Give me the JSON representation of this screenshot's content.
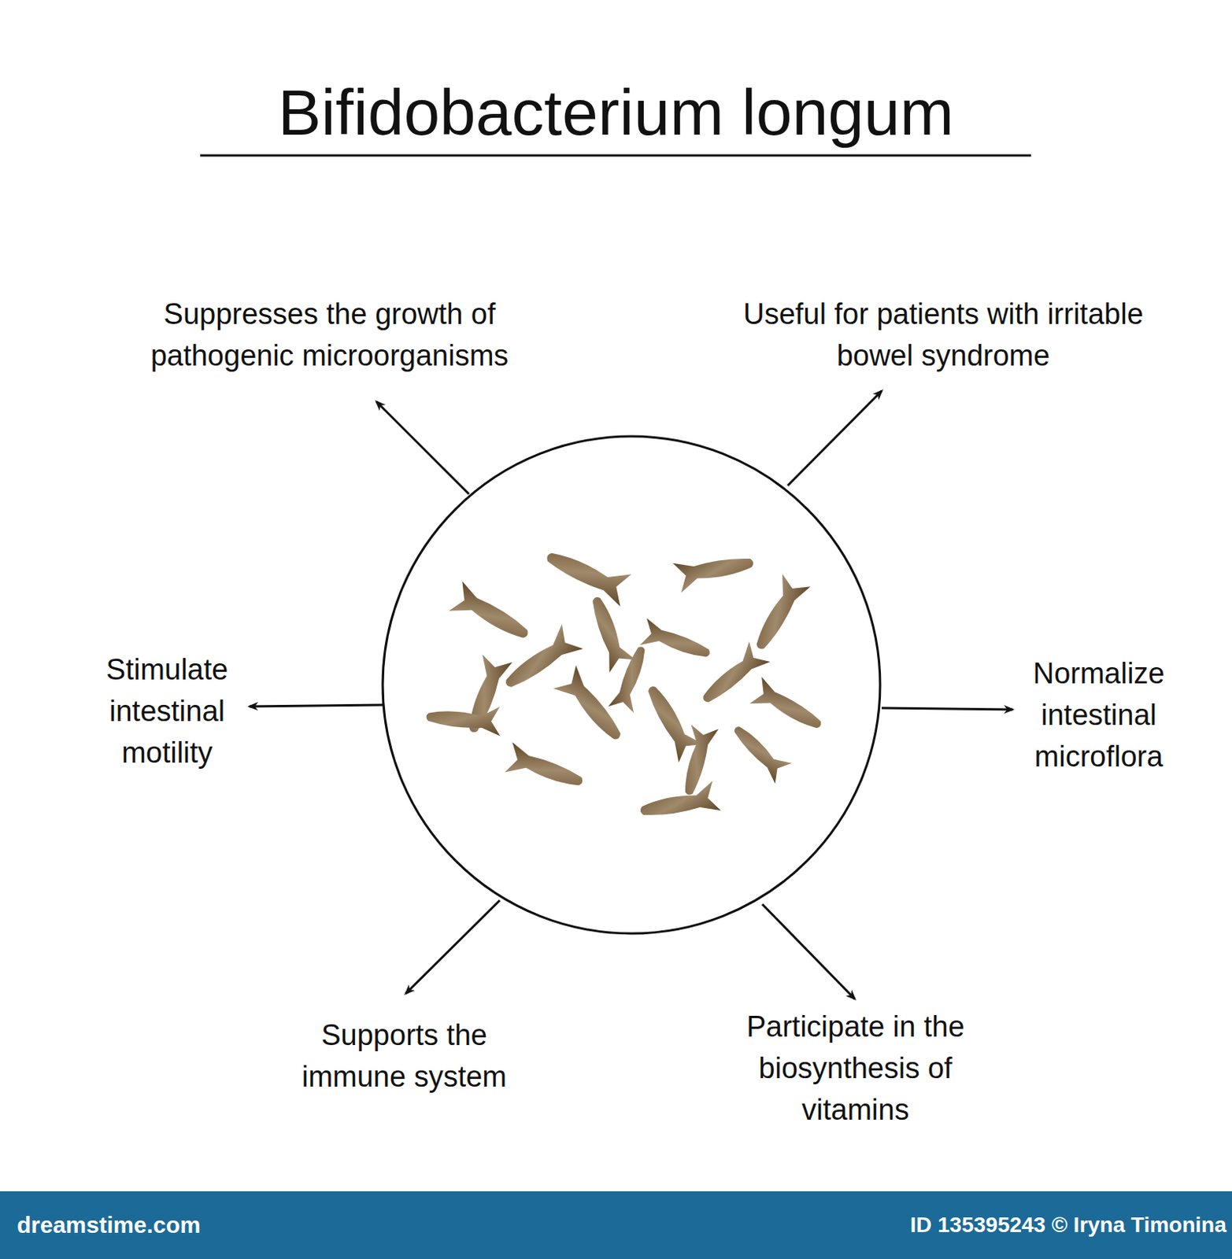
{
  "diagram": {
    "title": "Bifidobacterium longum",
    "labels": [
      "Suppresses the growth of pathogenic microorganisms",
      "Useful for patients with irritable bowel syndrome",
      "Stimulate intestinal motility",
      "Normalize intestinal microflora",
      "Supports the immune system",
      "Participate in the biosynthesis of vitamins",
      "dreamstime.com",
      "ID 135395243 © Iryna Timonina"
    ]
  }
}
